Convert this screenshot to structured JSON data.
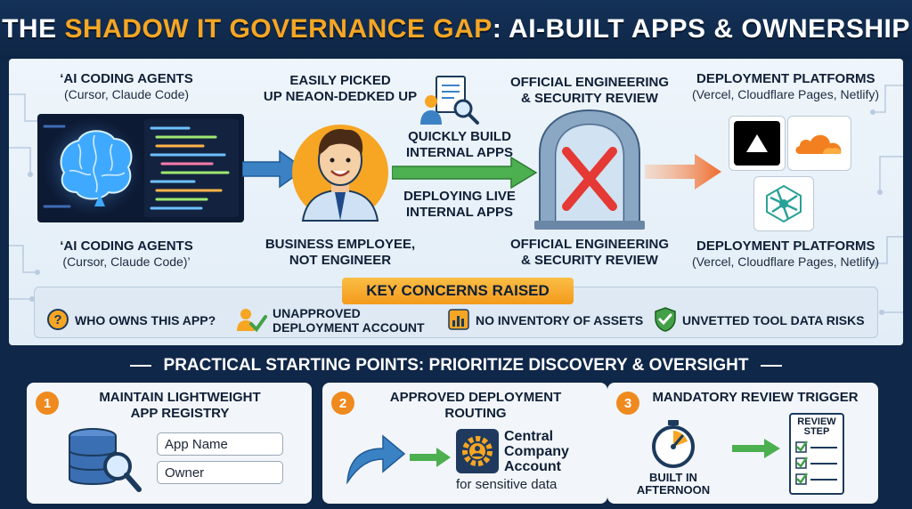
{
  "title": {
    "part1": "THE ",
    "part2": "SHADOW IT GOVERNANCE GAP",
    "part3": ": AI-BUILT APPS & OWNERSHIP"
  },
  "colors": {
    "navy": "#0f2748",
    "accent_orange": "#f5a623",
    "arrow_blue": "#3b82c4",
    "arrow_green": "#4caf50",
    "arrow_orange": "#ef6b2c",
    "reject_red": "#e53935"
  },
  "flow": {
    "agents_top_title": "‘AI CODING AGENTS",
    "agents_top_sub": "(Cursor, Claude Code)",
    "agents_bottom_title": "‘AI CODING AGENTS",
    "agents_bottom_sub": "(Cursor, Claude Code)’",
    "picked_line1": "EASILY PICKED",
    "picked_line2": "UP NEAON-DEDKED UP",
    "employee_line1": "BUSINESS EMPLOYEE,",
    "employee_line2": "NOT ENGINEER",
    "build_line1": "QUICKLY BUILD",
    "build_line2": "INTERNAL APPS",
    "deploy_line1": "DEPLOYING LIVE",
    "deploy_line2": "INTERNAL APPS",
    "review_top_line1": "OFFICIAL ENGINEERING",
    "review_top_line2": "& SECURITY REVIEW",
    "review_bottom_line1": "OFFICIAL ENGINEERING",
    "review_bottom_line2": "& SECURITY REVIEW",
    "platforms_top_title": "DEPLOYMENT PLATFORMS",
    "platforms_top_sub": "(Vercel, Cloudflare Pages, Netlify)",
    "platforms_bottom_title": "DEPLOYMENT PLATFORMS",
    "platforms_bottom_sub": "(Vercel, Cloudflare Pages, Netlify)",
    "icons": [
      "brain-icon",
      "person-icon",
      "document-search-icon",
      "security-gate-icon",
      "vercel-logo",
      "cloudflare-logo",
      "netlify-logo"
    ]
  },
  "concerns": {
    "title": "KEY CONCERNS RAISED",
    "items": [
      {
        "icon": "question-icon",
        "label": "WHO OWNS THIS APP?"
      },
      {
        "icon": "user-check-icon",
        "line1": "UNAPPROVED",
        "line2": "DEPLOYMENT ACCOUNT"
      },
      {
        "icon": "chart-icon",
        "label": "NO INVENTORY OF ASSETS"
      },
      {
        "icon": "shield-check-icon",
        "label": "UNVETTED TOOL DATA RISKS"
      }
    ]
  },
  "starting_points": {
    "heading": "PRACTICAL STARTING POINTS: PRIORITIZE DISCOVERY & OVERSIGHT",
    "cards": [
      {
        "number": "1",
        "title_line1": "MAINTAIN LIGHTWEIGHT",
        "title_line2": "APP REGISTRY",
        "field1": "App Name",
        "field2": "Owner"
      },
      {
        "number": "2",
        "title_line1": "APPROVED DEPLOYMENT",
        "title_line2": "ROUTING",
        "account_line1": "Central",
        "account_line2": "Company",
        "account_line3": "Account",
        "note": "for sensitive data"
      },
      {
        "number": "3",
        "title_line1": "MANDATORY REVIEW TRIGGER",
        "timer_line1": "BUILT IN",
        "timer_line2": "AFTERNOON",
        "checklist_line1": "REVIEW",
        "checklist_line2": "STEP"
      }
    ]
  }
}
